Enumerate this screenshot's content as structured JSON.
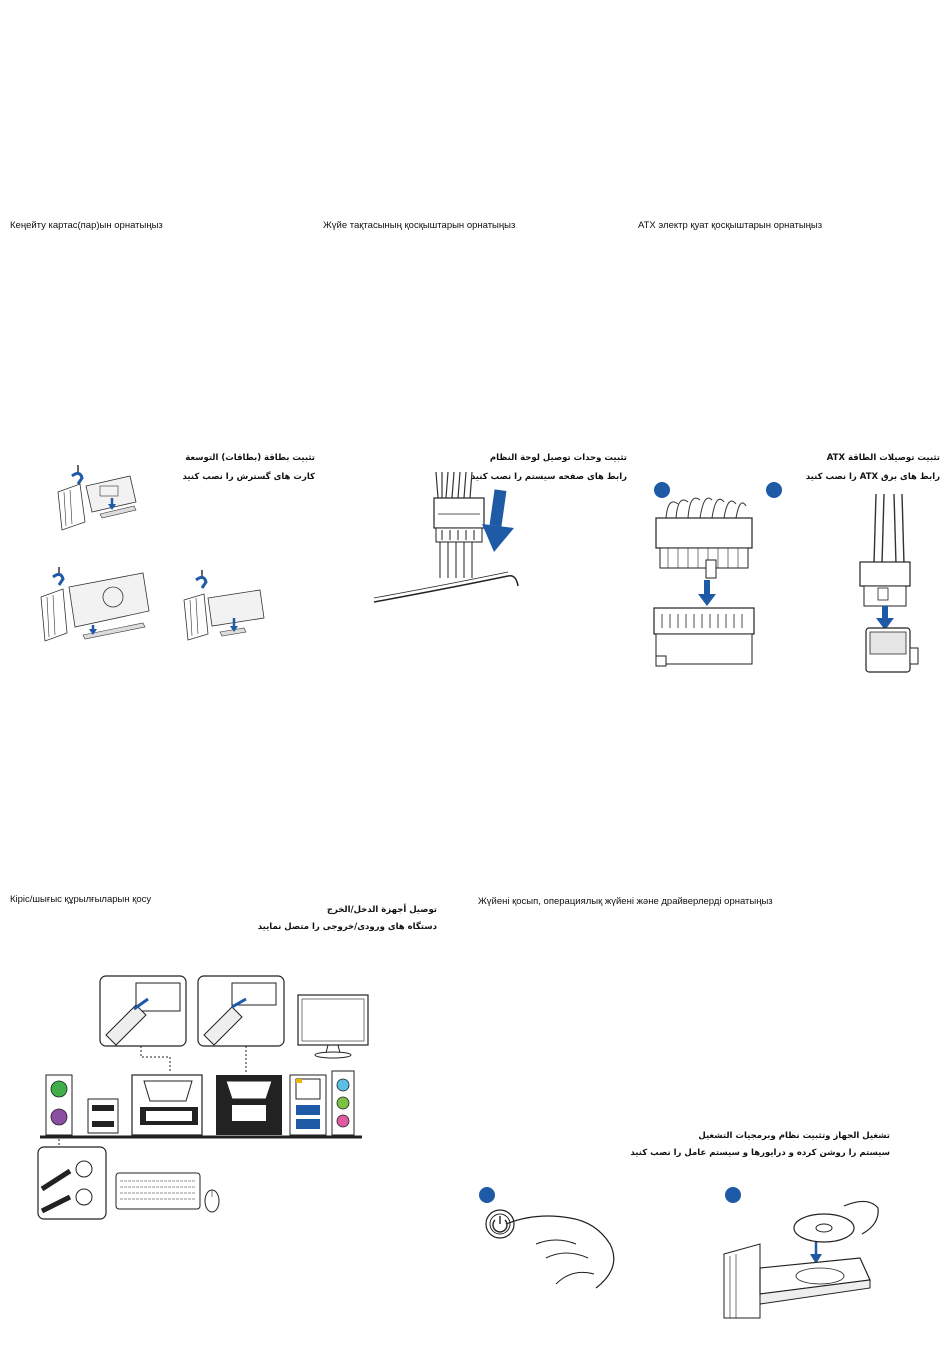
{
  "sections": {
    "expansion": {
      "heading_kz": "Кеңейту картас(пар)ын орнатыңыз",
      "title_fa": "تثبيت بطاقة (بطاقات) التوسعة",
      "subtitle_fa": "کارت های گسترش را نصب کنید"
    },
    "panel": {
      "heading_kz": "Жүйе тақтасының қосқыштарын орнатыңыз",
      "title_fa": "تثبيت وحدات توصيل لوحة النظام",
      "subtitle_fa": "رابط های صفحه سیستم را نصب کنید"
    },
    "atx": {
      "heading_kz": "ATX электр қуат қосқыштарын орнатыңыз",
      "title_fa": "تثبيت توصيلات الطاقة ATX",
      "subtitle_fa": "رابط های برق ATX را نصب کنید"
    },
    "io": {
      "heading_kz": "Кіріс/шығыс құрылғыларын қосу",
      "title_fa": "توصيل أجهزة الدخل/الخرج",
      "subtitle_fa": "دستگاه های ورودی/خروجی را متصل نمایید"
    },
    "power_on": {
      "heading_kz": "Жүйені қосып, операциялық жүйені және драйверлерді орнатыңыз",
      "title_fa": "تشغيل الجهاز وتثبيت نظام وبرمجيات التشغيل",
      "subtitle_fa": "سیستم را روشن کرده و درایورها و سیستم عامل را نصب کنید"
    }
  },
  "colors": {
    "accent_blue": "#1f5aa6",
    "ps2_green": "#3fae49",
    "ps2_purple": "#8a4fa3"
  },
  "icons": [
    "screwdriver-icon",
    "arrow-down-icon",
    "power-button-icon",
    "monitor-icon",
    "keyboard-icon",
    "mouse-icon",
    "optical-disc-icon"
  ]
}
